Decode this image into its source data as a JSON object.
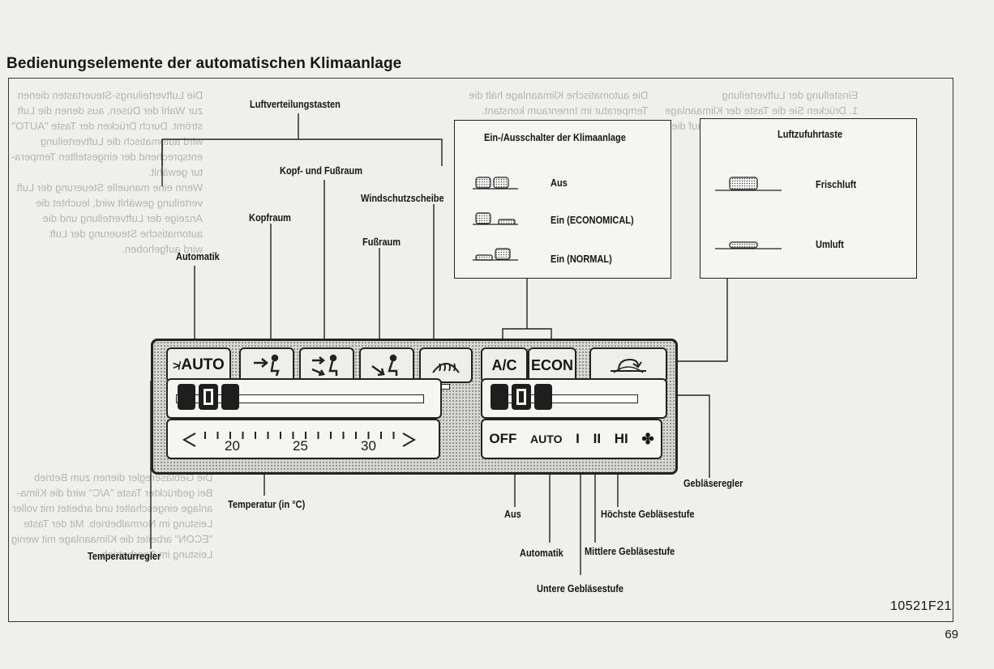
{
  "page": {
    "heading": "Bedienungselemente der automatischen Klimaanlage",
    "page_number": "69",
    "figure_code": "10521F21"
  },
  "callouts": {
    "luftverteilungstasten": "Luftverteilungstasten",
    "kopf_fussraum": "Kopf- und Fußraum",
    "kopfraum": "Kopfraum",
    "windschutzscheibe": "Windschutzscheibe",
    "fussraum": "Fußraum",
    "automatik": "Automatik",
    "temperatur": "Temperatur (in °C)",
    "temperaturregler": "Temperaturregler",
    "geblaeseregler": "Gebläseregler",
    "aus": "Aus",
    "automatik2": "Automatik",
    "hoechste": "Höchste Gebläsestufe",
    "mittlere": "Mittlere Gebläsestufe",
    "untere": "Untere Gebläsestufe"
  },
  "ac_box": {
    "title": "Ein-/Ausschalter der Klimaanlage",
    "rows": [
      "Aus",
      "Ein (ECONOMICAL)",
      "Ein (NORMAL)"
    ]
  },
  "air_box": {
    "title": "Luftzufuhrtaste",
    "rows": [
      "Frischluft",
      "Umluft"
    ]
  },
  "panel": {
    "auto_label": "AUTO",
    "ac_label": "A/C",
    "econ_label": "ECON",
    "temp_ticks": [
      "20",
      "25",
      "30"
    ],
    "fan_labels": [
      "OFF",
      "AUTO",
      "I",
      "II",
      "HI"
    ]
  },
  "icons": [
    "auto-icon",
    "head-vent-icon",
    "head-foot-vent-icon",
    "foot-vent-icon",
    "defrost-icon",
    "recirculation-icon",
    "fan-icon",
    "arrow-left-icon",
    "arrow-right-icon"
  ]
}
